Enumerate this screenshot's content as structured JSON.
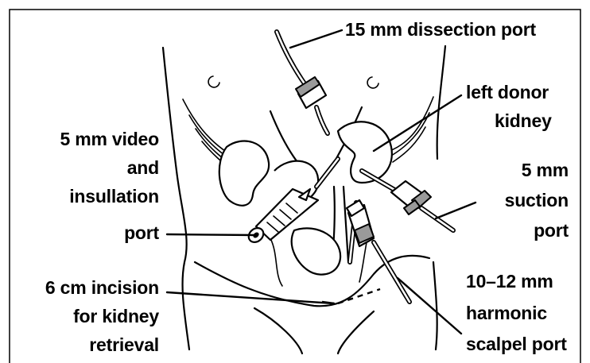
{
  "labels": {
    "dissection_port": "15 mm dissection port",
    "donor_kidney": [
      "left donor",
      "kidney"
    ],
    "video_port": [
      "5 mm video",
      "and",
      "insullation",
      "port"
    ],
    "suction_port": [
      "5 mm",
      "suction",
      "port"
    ],
    "incision": [
      "6 cm incision",
      "for kidney",
      "retrieval"
    ],
    "harmonic_port": [
      "10–12 mm",
      "harmonic",
      "scalpel port"
    ]
  }
}
